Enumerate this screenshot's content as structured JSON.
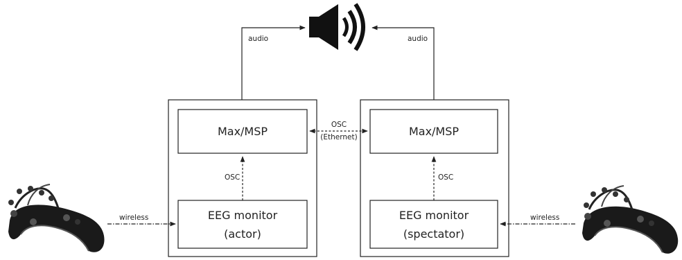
{
  "speaker": {
    "icon": "speaker-icon"
  },
  "labels": {
    "audio_left": "audio",
    "audio_right": "audio",
    "osc_center_line1": "OSC",
    "osc_center_line2": "(Ethernet)",
    "osc_left": "OSC",
    "osc_right": "OSC",
    "wireless_left": "wireless",
    "wireless_right": "wireless"
  },
  "left": {
    "max_label": "Max/MSP",
    "eeg_line1": "EEG monitor",
    "eeg_line2": "(actor)"
  },
  "right": {
    "max_label": "Max/MSP",
    "eeg_line1": "EEG monitor",
    "eeg_line2": "(spectator)"
  },
  "headsets": {
    "icon": "eeg-headset-icon"
  },
  "colors": {
    "stroke": "#222222",
    "speaker": "#111111"
  }
}
